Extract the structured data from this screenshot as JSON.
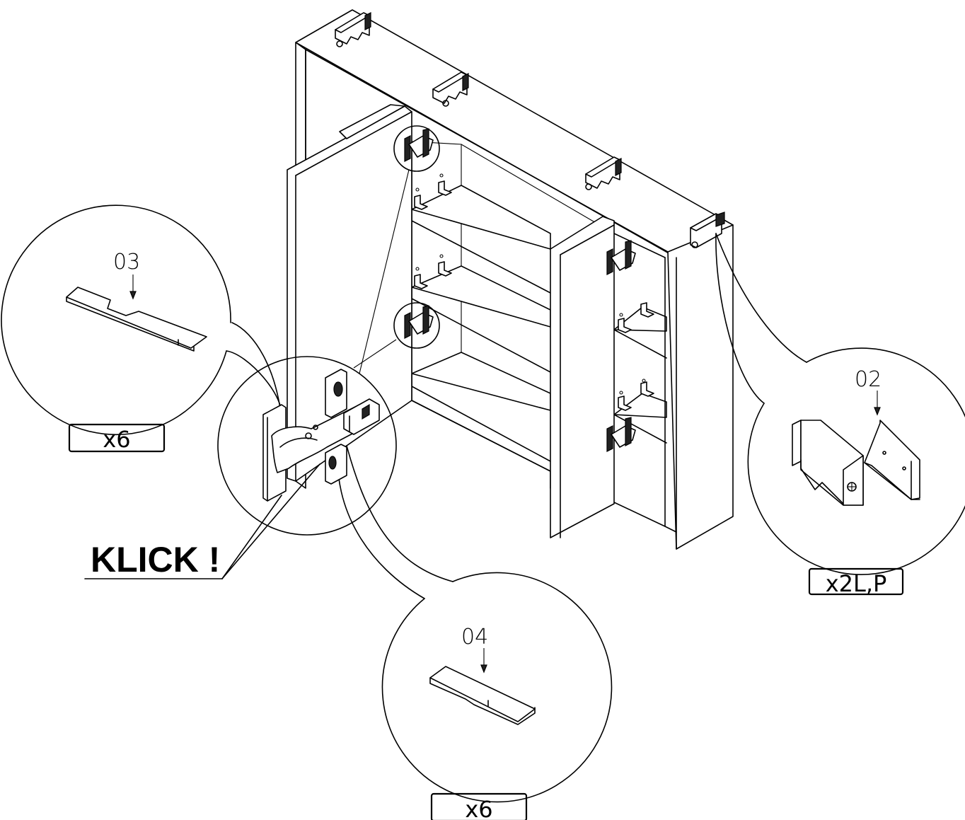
{
  "labels": {
    "part_03": "03",
    "part_04": "04",
    "part_02": "02",
    "qty_03": "x6",
    "qty_04": "x6",
    "qty_02": "x2L,P",
    "klick": "KLICK !"
  },
  "icons": {
    "cabinet": "mirror-cabinet-assembly-drawing",
    "hinge": "concealed-hinge-icon",
    "plate": "mounting-plate-icon",
    "bracket": "wall-bracket-icon"
  },
  "colors": {
    "line": "#000000",
    "background": "#ffffff"
  }
}
